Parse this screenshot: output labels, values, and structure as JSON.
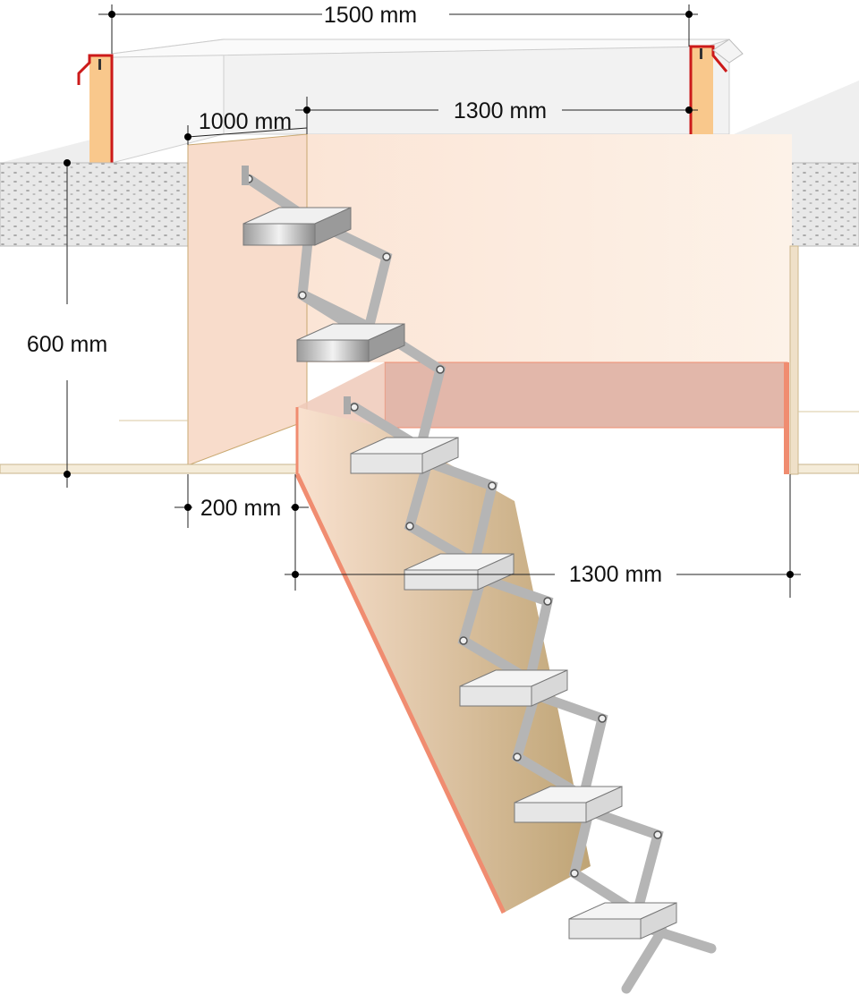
{
  "dimensions": {
    "top_width": "1500 mm",
    "opening_length": "1300 mm",
    "opening_width": "1000 mm",
    "height": "600 mm",
    "offset": "200 mm",
    "floor_length": "1300 mm"
  },
  "colors": {
    "wall": "#fbe9dd",
    "stringer_start": "#f7dcc8",
    "stringer_end": "#c8b080",
    "lid": "#e3b8ac",
    "edge": "#f08c70",
    "post": "#f9c88c",
    "post_line": "#cc1a1a",
    "concrete": "#e6e6e6",
    "metal": "#c9c9c9"
  }
}
